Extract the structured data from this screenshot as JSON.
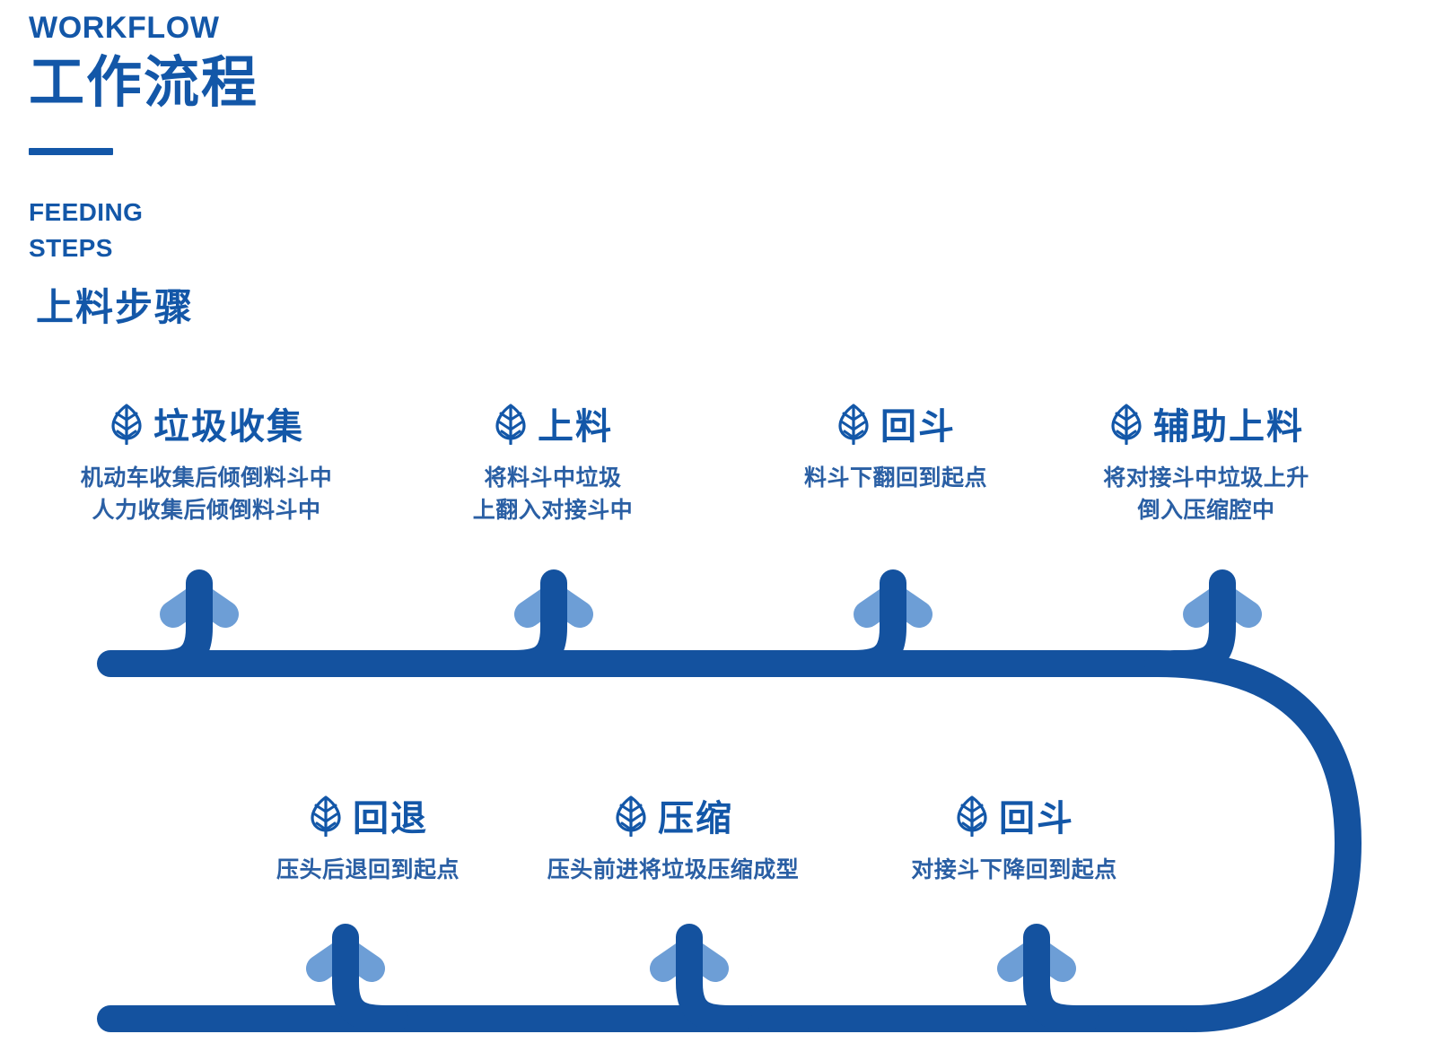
{
  "header": {
    "eyebrow_en": "WORKFLOW",
    "title_cn": "工作流程",
    "section_eyebrow_line1": "FEEDING",
    "section_eyebrow_line2": "STEPS",
    "section_title_cn": "上料步骤"
  },
  "colors": {
    "primary_blue": "#1357a8",
    "line_blue": "#14529f",
    "arrowhead_blue": "#6d9ed6",
    "desc_blue": "#2a5fa4",
    "background": "#ffffff"
  },
  "icons": {
    "step_icon": "leaf-icon"
  },
  "steps_top": [
    {
      "id": 1,
      "label": "垃圾收集",
      "desc_lines": [
        "机动车收集后倾倒料斗中",
        "人力收集后倾倒料斗中"
      ]
    },
    {
      "id": 2,
      "label": "上料",
      "desc_lines": [
        "将料斗中垃圾",
        "上翻入对接斗中"
      ]
    },
    {
      "id": 3,
      "label": "回斗",
      "desc_lines": [
        "料斗下翻回到起点"
      ]
    },
    {
      "id": 4,
      "label": "辅助上料",
      "desc_lines": [
        "将对接斗中垃圾上升",
        "倒入压缩腔中"
      ]
    }
  ],
  "steps_bottom": [
    {
      "id": 5,
      "label": "回退",
      "desc_lines": [
        "压头后退回到起点"
      ]
    },
    {
      "id": 6,
      "label": "压缩",
      "desc_lines": [
        "压头前进将垃圾压缩成型"
      ]
    },
    {
      "id": 7,
      "label": "回斗",
      "desc_lines": [
        "对接斗下降回到起点"
      ]
    }
  ]
}
